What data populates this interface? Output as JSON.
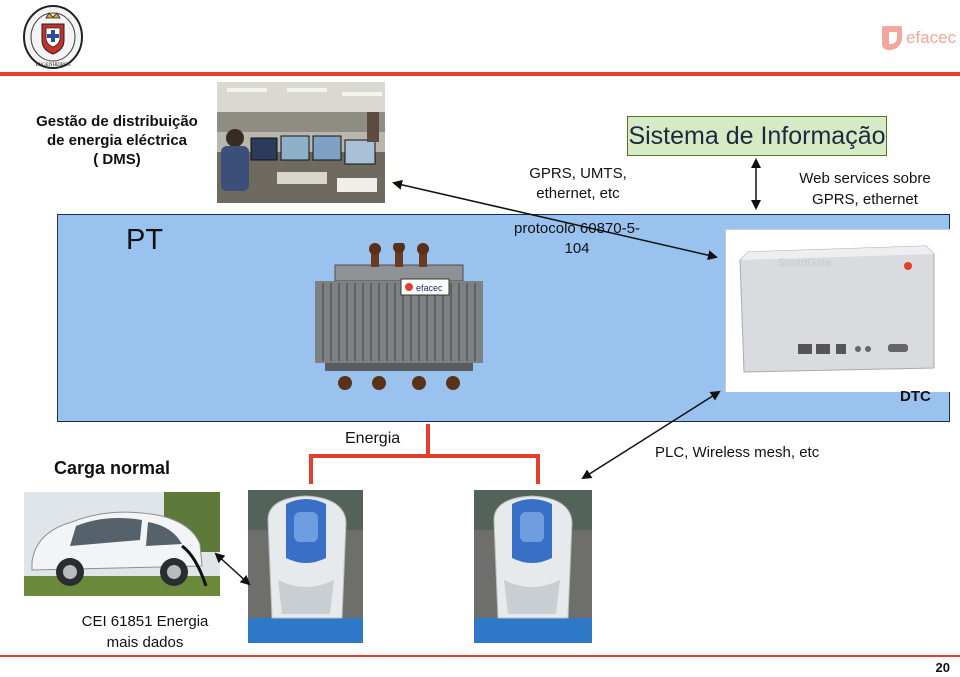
{
  "header": {
    "seal_icon": "university-crest-icon",
    "logo_text": "efacec",
    "accent_color": "#e53d2e"
  },
  "dms": {
    "lines": [
      "Gestão de distribuição",
      "de energia eléctrica",
      "( DMS)"
    ]
  },
  "gprs_link": {
    "lines": [
      "GPRS, UMTS,",
      "ethernet, etc"
    ]
  },
  "protocol": {
    "lines": [
      "protocolo 60870-5-",
      "104"
    ]
  },
  "sistema": {
    "title": "Sistema de Informação"
  },
  "web_services": {
    "lines": [
      "Web services sobre",
      "GPRS, ethernet"
    ]
  },
  "pt": {
    "label": "PT",
    "transformer_brand": "efacec"
  },
  "dtc": {
    "label": "DTC",
    "device_brand": "SmartGate"
  },
  "energia": {
    "label": "Energia",
    "wire_color": "#e53d2e"
  },
  "carga": {
    "label": "Carga normal"
  },
  "plc": {
    "label": "PLC, Wireless mesh, etc"
  },
  "cei": {
    "lines": [
      "CEI 61851 Energia",
      "mais dados"
    ]
  },
  "footer": {
    "page_number": "20"
  }
}
